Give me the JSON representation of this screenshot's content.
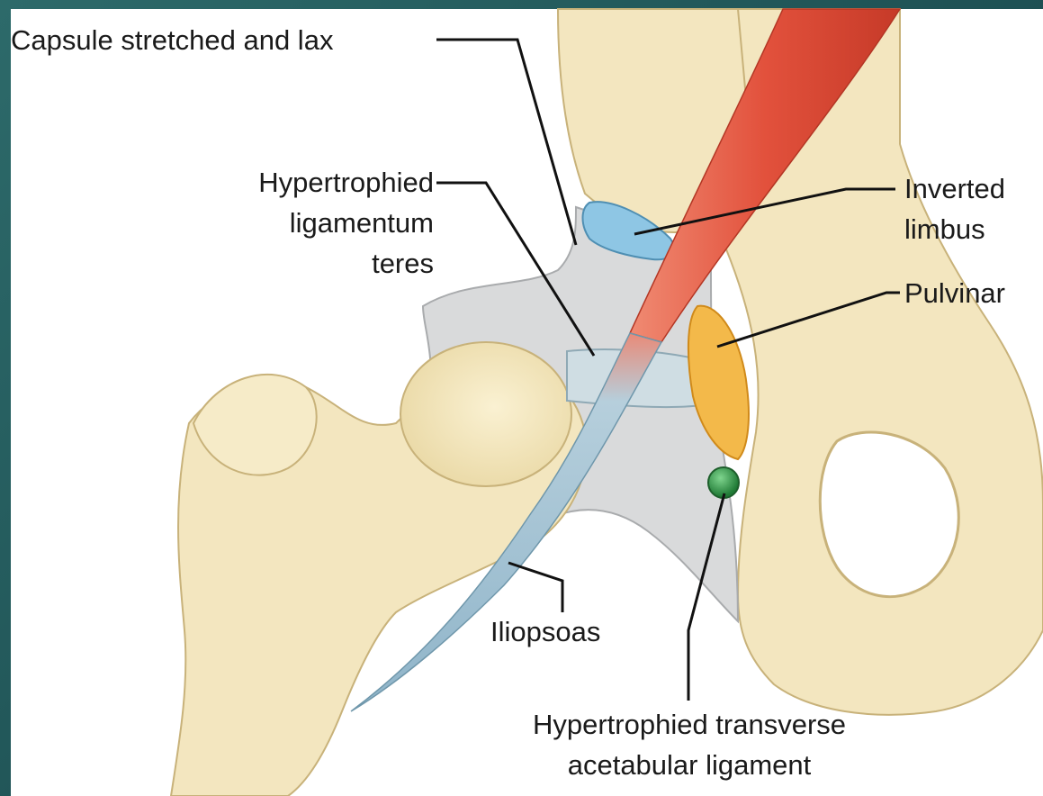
{
  "labels": {
    "capsule": "Capsule stretched and lax",
    "ligamentum_line1": "Hypertrophied",
    "ligamentum_line2": "ligamentum",
    "ligamentum_line3": "teres",
    "limbus_line1": "Inverted",
    "limbus_line2": "limbus",
    "pulvinar": "Pulvinar",
    "iliopsoas": "Iliopsoas",
    "transverse_line1": "Hypertrophied transverse",
    "transverse_line2": "acetabular ligament"
  },
  "colors": {
    "frame": "#1f5558",
    "bone": "#f3e6bf",
    "bone_shade": "#e2cf9a",
    "capsule": "#d9dadb",
    "limbus": "#8ec6e4",
    "pulvinar": "#f3b94a",
    "muscle": "#e2513c",
    "tendon": "#a8c7d8",
    "ligament_dot": "#2f9a48"
  }
}
